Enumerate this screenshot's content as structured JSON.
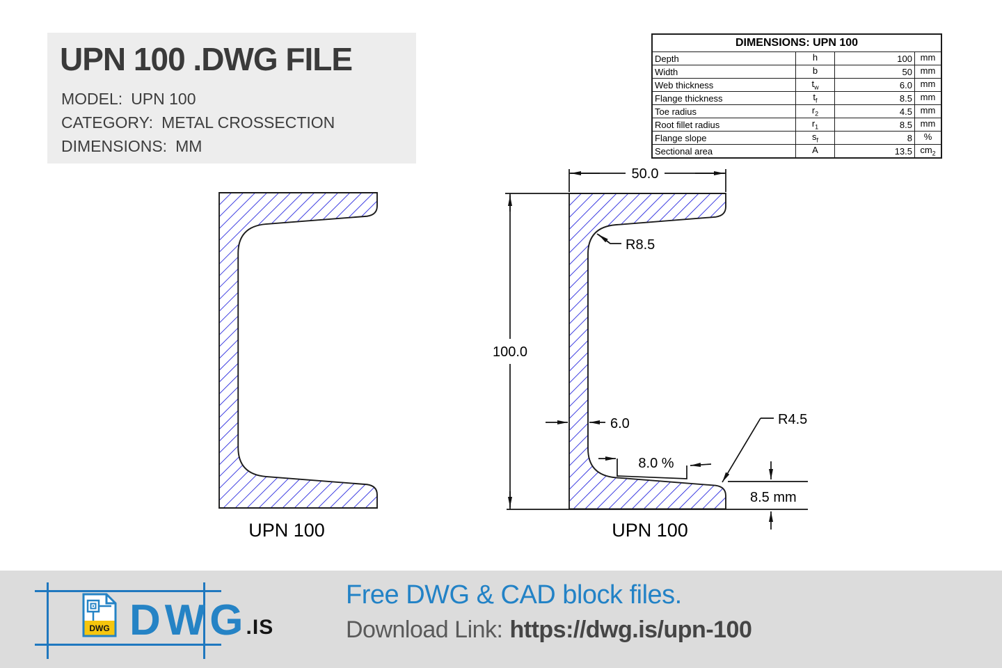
{
  "header": {
    "title": "UPN 100 .DWG FILE",
    "model_label": "MODEL:",
    "model_value": "UPN 100",
    "category_label": "CATEGORY:",
    "category_value": "METAL CROSSECTION",
    "dimensions_label": "DIMENSIONS:",
    "dimensions_value": "MM"
  },
  "table": {
    "title": "DIMENSIONS: UPN 100",
    "rows": [
      {
        "name": "Depth",
        "symbol": "h",
        "sub": "",
        "value": "100",
        "unit": "mm",
        "unit_sub": ""
      },
      {
        "name": "Width",
        "symbol": "b",
        "sub": "",
        "value": "50",
        "unit": "mm",
        "unit_sub": ""
      },
      {
        "name": "Web thickness",
        "symbol": "t",
        "sub": "w",
        "value": "6.0",
        "unit": "mm",
        "unit_sub": ""
      },
      {
        "name": "Flange thickness",
        "symbol": "t",
        "sub": "f",
        "value": "8.5",
        "unit": "mm",
        "unit_sub": ""
      },
      {
        "name": "Toe radius",
        "symbol": "r",
        "sub": "2",
        "value": "4.5",
        "unit": "mm",
        "unit_sub": ""
      },
      {
        "name": "Root fillet radius",
        "symbol": "r",
        "sub": "1",
        "value": "8.5",
        "unit": "mm",
        "unit_sub": ""
      },
      {
        "name": "Flange slope",
        "symbol": "s",
        "sub": "f",
        "value": "8",
        "unit": "%",
        "unit_sub": ""
      },
      {
        "name": "Sectional area",
        "symbol": "A",
        "sub": "",
        "value": "13.5",
        "unit": "cm",
        "unit_sub": "2"
      }
    ]
  },
  "drawing": {
    "left_label": "UPN 100",
    "right_label": "UPN 100",
    "dim_width": "50.0",
    "dim_depth": "100.0",
    "dim_root_radius": "R8.5",
    "dim_web_thickness": "6.0",
    "dim_flange_slope": "8.0 %",
    "dim_toe_radius": "R4.5",
    "dim_flange_thickness": "8.5 mm"
  },
  "footer": {
    "file_badge": "DWG",
    "logo_main": "DWG",
    "logo_suffix": ".IS",
    "tagline": "Free DWG & CAD block files.",
    "download_label": "Download Link:",
    "download_url": "https://dwg.is/upn-100"
  },
  "colors": {
    "hatch_blue": "#2020dd",
    "outline_black": "#1c1c1c",
    "label_red": "#e8332a",
    "brand_blue": "#2583c5",
    "badge_yellow": "#f6c60e",
    "footer_gray": "#dcdcdc",
    "title_box_gray": "#ededed"
  }
}
